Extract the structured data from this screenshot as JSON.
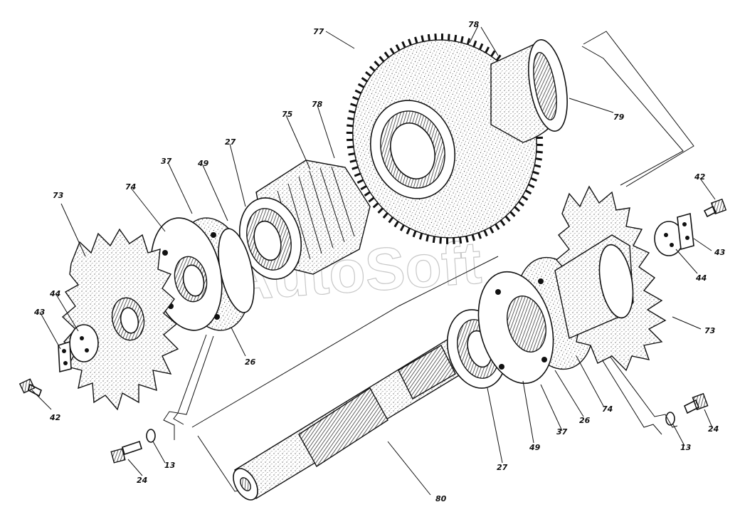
{
  "watermark": "AutoSoft",
  "callouts": [
    {
      "id": "c77a",
      "text": "77"
    },
    {
      "id": "c78a",
      "text": "78"
    },
    {
      "id": "c79",
      "text": "79"
    },
    {
      "id": "c78b",
      "text": "78"
    },
    {
      "id": "c75",
      "text": "75"
    },
    {
      "id": "c27a",
      "text": "27"
    },
    {
      "id": "c49a",
      "text": "49"
    },
    {
      "id": "c37a",
      "text": "37"
    },
    {
      "id": "c74a",
      "text": "74"
    },
    {
      "id": "c73a",
      "text": "73"
    },
    {
      "id": "c44a",
      "text": "44"
    },
    {
      "id": "c43a",
      "text": "43"
    },
    {
      "id": "c42a",
      "text": "42"
    },
    {
      "id": "c26a",
      "text": "26"
    },
    {
      "id": "c24a",
      "text": "24"
    },
    {
      "id": "c13a",
      "text": "13"
    },
    {
      "id": "c42b",
      "text": "42"
    },
    {
      "id": "c43b",
      "text": "43"
    },
    {
      "id": "c44b",
      "text": "44"
    },
    {
      "id": "c73b",
      "text": "73"
    },
    {
      "id": "c74b",
      "text": "74"
    },
    {
      "id": "c26b",
      "text": "26"
    },
    {
      "id": "c37b",
      "text": "37"
    },
    {
      "id": "c49b",
      "text": "49"
    },
    {
      "id": "c27b",
      "text": "27"
    },
    {
      "id": "c80",
      "text": "80"
    },
    {
      "id": "c13b",
      "text": "13"
    },
    {
      "id": "c24b",
      "text": "24"
    }
  ]
}
